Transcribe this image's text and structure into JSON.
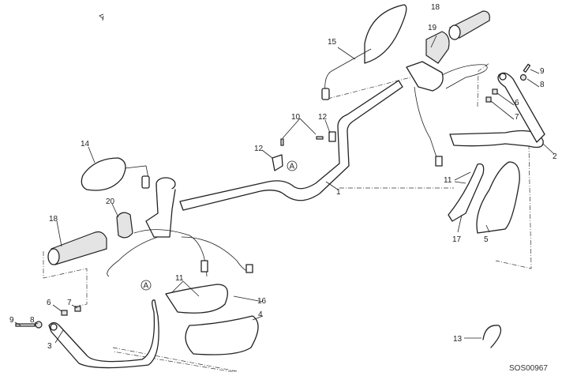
{
  "diagram_code": "SOS00967",
  "ref_marker": "A",
  "callouts": {
    "handlebar": "1",
    "right_guard": "2",
    "left_guard": "3",
    "left_guard_cover": "4",
    "right_guard_cover": "5",
    "spacer_6_right": "6",
    "spacer_7_right": "7",
    "washer_8_right": "8",
    "bolt_9_right": "9",
    "spacer_6_left": "6",
    "spacer_7_left": "7",
    "washer_8_left": "8",
    "bolt_9_left": "9",
    "screw_10": "10",
    "screw_11_right": "11",
    "screw_11_left": "11",
    "clamp_12_upper": "12",
    "clamp_12_lower": "12",
    "clip_13": "13",
    "left_mirror": "14",
    "right_mirror": "15",
    "left_indicator": "16",
    "right_indicator": "17",
    "right_grip": "18",
    "left_grip": "18",
    "right_switch": "19",
    "left_switch": "20"
  }
}
